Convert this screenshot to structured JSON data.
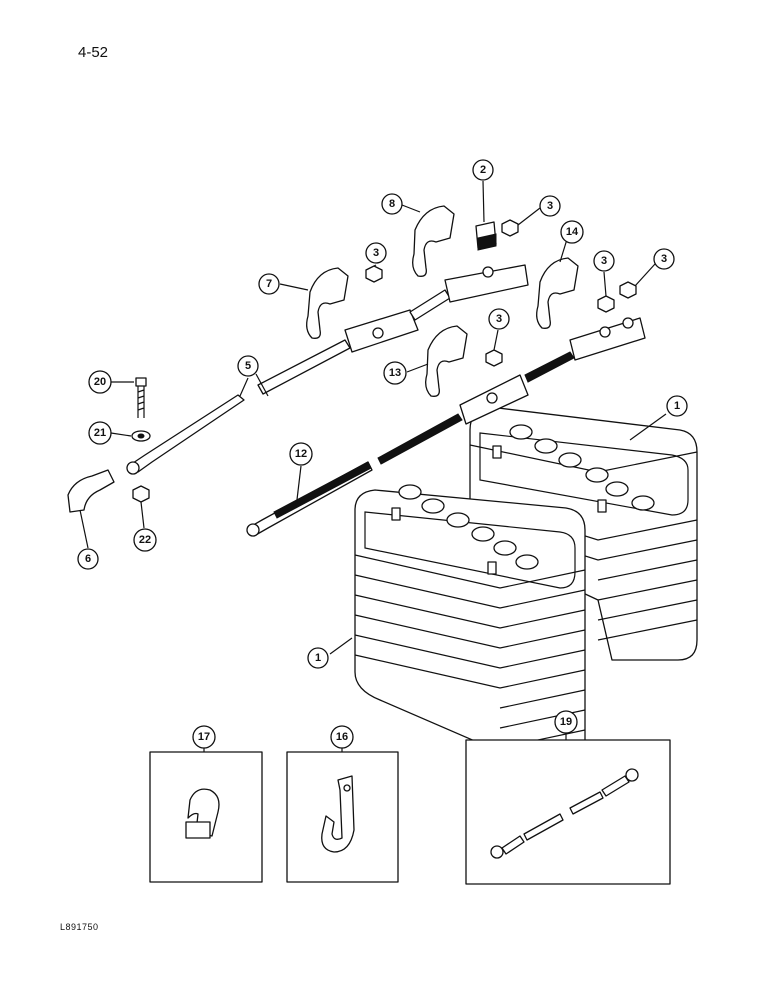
{
  "page": {
    "number": "4-52",
    "figure_id": "L891750"
  },
  "callouts": {
    "c1a": "1",
    "c1b": "1",
    "c2": "2",
    "c3a": "3",
    "c3b": "3",
    "c3c": "3",
    "c3d": "3",
    "c3e": "3",
    "c5": "5",
    "c6": "6",
    "c7": "7",
    "c8": "8",
    "c12": "12",
    "c13": "13",
    "c14": "14",
    "c16": "16",
    "c17": "17",
    "c19": "19",
    "c20": "20",
    "c21": "21",
    "c22": "22"
  },
  "colors": {
    "ink": "#111111",
    "paper": "#ffffff"
  }
}
